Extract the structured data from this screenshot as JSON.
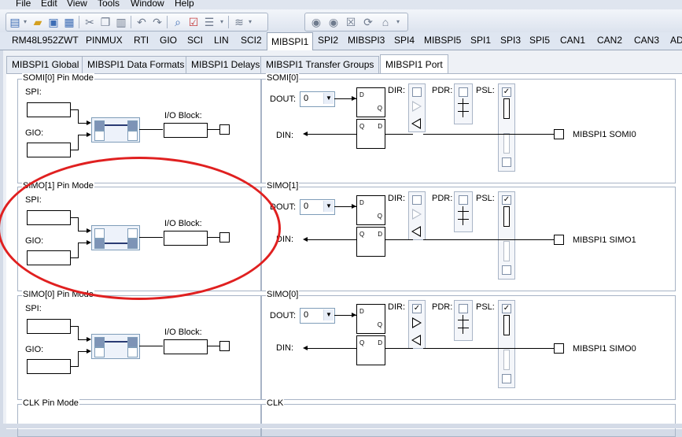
{
  "menu": [
    "File",
    "Edit",
    "View",
    "Tools",
    "Window",
    "Help"
  ],
  "toolbar": {
    "icons": [
      "new-file-icon",
      "open-folder-icon",
      "save-icon",
      "save-all-icon",
      "cut-icon",
      "copy-icon",
      "paste-icon",
      "undo-icon",
      "redo-icon",
      "find-icon",
      "checklist-icon",
      "list-icon",
      "layers-icon",
      "back-icon",
      "forward-icon",
      "stop-icon",
      "refresh-icon",
      "home-icon"
    ]
  },
  "device_tabs": [
    "RM48L952ZWT",
    "PINMUX",
    "RTI",
    "GIO",
    "SCI",
    "LIN",
    "SCI2",
    "MIBSPI1",
    "SPI2",
    "MIBSPI3",
    "SPI4",
    "MIBSPI5",
    "SPI1",
    "SPI3",
    "SPI5",
    "CAN1",
    "CAN2",
    "CAN3",
    "AD"
  ],
  "active_device_tab": "MIBSPI1",
  "module_tabs": [
    "MIBSPI1 Global",
    "MIBSPI1 Data Formats",
    "MIBSPI1 Delays",
    "MIBSPI1 Transfer Groups",
    "MIBSPI1 Port"
  ],
  "active_module_tab": "MIBSPI1 Port",
  "pin_modes": [
    {
      "title": "SOMI[0] Pin Mode",
      "spi": "SPI:",
      "gio": "GIO:",
      "io": "I/O Block:"
    },
    {
      "title": "SIMO[1] Pin Mode",
      "spi": "SPI:",
      "gio": "GIO:",
      "io": "I/O Block:"
    },
    {
      "title": "SIMO[0] Pin Mode",
      "spi": "SPI:",
      "gio": "GIO:",
      "io": "I/O Block:"
    },
    {
      "title": "CLK Pin Mode"
    }
  ],
  "ports": [
    {
      "title": "SOMI[0]",
      "dout": "DOUT:",
      "dout_value": "0",
      "din": "DIN:",
      "dir": "DIR:",
      "pdr": "PDR:",
      "psl": "PSL:",
      "pin_name": "MIBSPI1 SOMI0",
      "dir_checked": false,
      "pdr_checked": false,
      "psl_checked": true,
      "ff_left": "D",
      "ff_right": "Q",
      "ff2_left": "Q",
      "ff2_right": "D"
    },
    {
      "title": "SIMO[1]",
      "dout": "DOUT:",
      "dout_value": "0",
      "din": "DIN:",
      "dir": "DIR:",
      "pdr": "PDR:",
      "psl": "PSL:",
      "pin_name": "MIBSPI1 SIMO1",
      "dir_checked": false,
      "pdr_checked": false,
      "psl_checked": true,
      "ff_left": "D",
      "ff_right": "Q",
      "ff2_left": "Q",
      "ff2_right": "D"
    },
    {
      "title": "SIMO[0]",
      "dout": "DOUT:",
      "dout_value": "0",
      "din": "DIN:",
      "dir": "DIR:",
      "pdr": "PDR:",
      "psl": "PSL:",
      "pin_name": "MIBSPI1 SIMO0",
      "dir_checked": true,
      "pdr_checked": false,
      "psl_checked": true,
      "ff_left": "D",
      "ff_right": "Q",
      "ff2_left": "Q",
      "ff2_right": "D"
    },
    {
      "title": "CLK"
    }
  ],
  "check_mark": "✓",
  "dropdown_arrow": "▼",
  "menu_icons": {
    "dropdown": "▾"
  },
  "colors": {
    "annotation": "#e02020",
    "mux_active": "#7d93b6",
    "mux_line": "#2a3b73"
  }
}
